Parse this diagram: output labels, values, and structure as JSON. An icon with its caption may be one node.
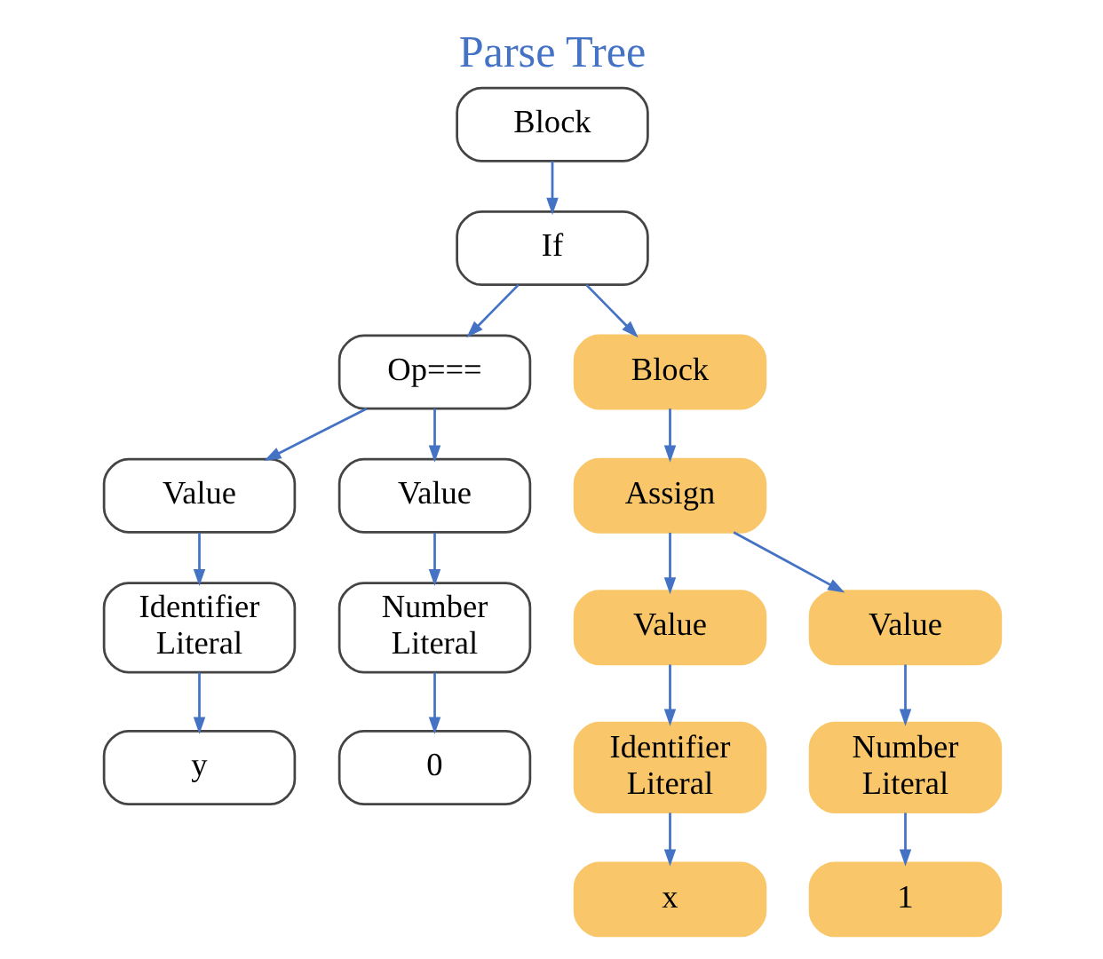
{
  "diagram": {
    "title": "Parse Tree",
    "nodes": [
      {
        "text": [
          "Block"
        ]
      },
      {
        "text": [
          "If"
        ]
      },
      {
        "text": [
          "Op==="
        ]
      },
      {
        "text": [
          "Block"
        ]
      },
      {
        "text": [
          "Assign"
        ]
      },
      {
        "text": [
          "Value"
        ]
      },
      {
        "text": [
          "Value"
        ]
      },
      {
        "text": [
          "Value"
        ]
      },
      {
        "text": [
          "Value"
        ]
      },
      {
        "text": [
          "Identifier Literal"
        ]
      },
      {
        "text": [
          "Number Literal"
        ]
      },
      {
        "text": [
          "Identifier Literal"
        ]
      },
      {
        "text": [
          "Number Literal"
        ]
      },
      {
        "text": [
          "y"
        ]
      },
      {
        "text": [
          "0"
        ]
      },
      {
        "text": [
          "x"
        ]
      },
      {
        "text": [
          "1"
        ]
      }
    ],
    "edges": [
      {
        "from": 0,
        "to": 1,
        "arrow": "to"
      },
      {
        "from": 1,
        "to": 2,
        "arrow": "to"
      },
      {
        "from": 1,
        "to": 3,
        "arrow": "to"
      },
      {
        "from": 2,
        "to": 5,
        "arrow": "to"
      },
      {
        "from": 2,
        "to": 6,
        "arrow": "to"
      },
      {
        "from": 3,
        "to": 4,
        "arrow": "to"
      },
      {
        "from": 4,
        "to": 7,
        "arrow": "to"
      },
      {
        "from": 4,
        "to": 8,
        "arrow": "to"
      },
      {
        "from": 5,
        "to": 9,
        "arrow": "to"
      },
      {
        "from": 6,
        "to": 10,
        "arrow": "to"
      },
      {
        "from": 7,
        "to": 11,
        "arrow": "to"
      },
      {
        "from": 8,
        "to": 12,
        "arrow": "to"
      },
      {
        "from": 9,
        "to": 13,
        "arrow": "to"
      },
      {
        "from": 10,
        "to": 14,
        "arrow": "to"
      },
      {
        "from": 11,
        "to": 15,
        "arrow": "to"
      },
      {
        "from": 12,
        "to": 16,
        "arrow": "to"
      }
    ]
  }
}
